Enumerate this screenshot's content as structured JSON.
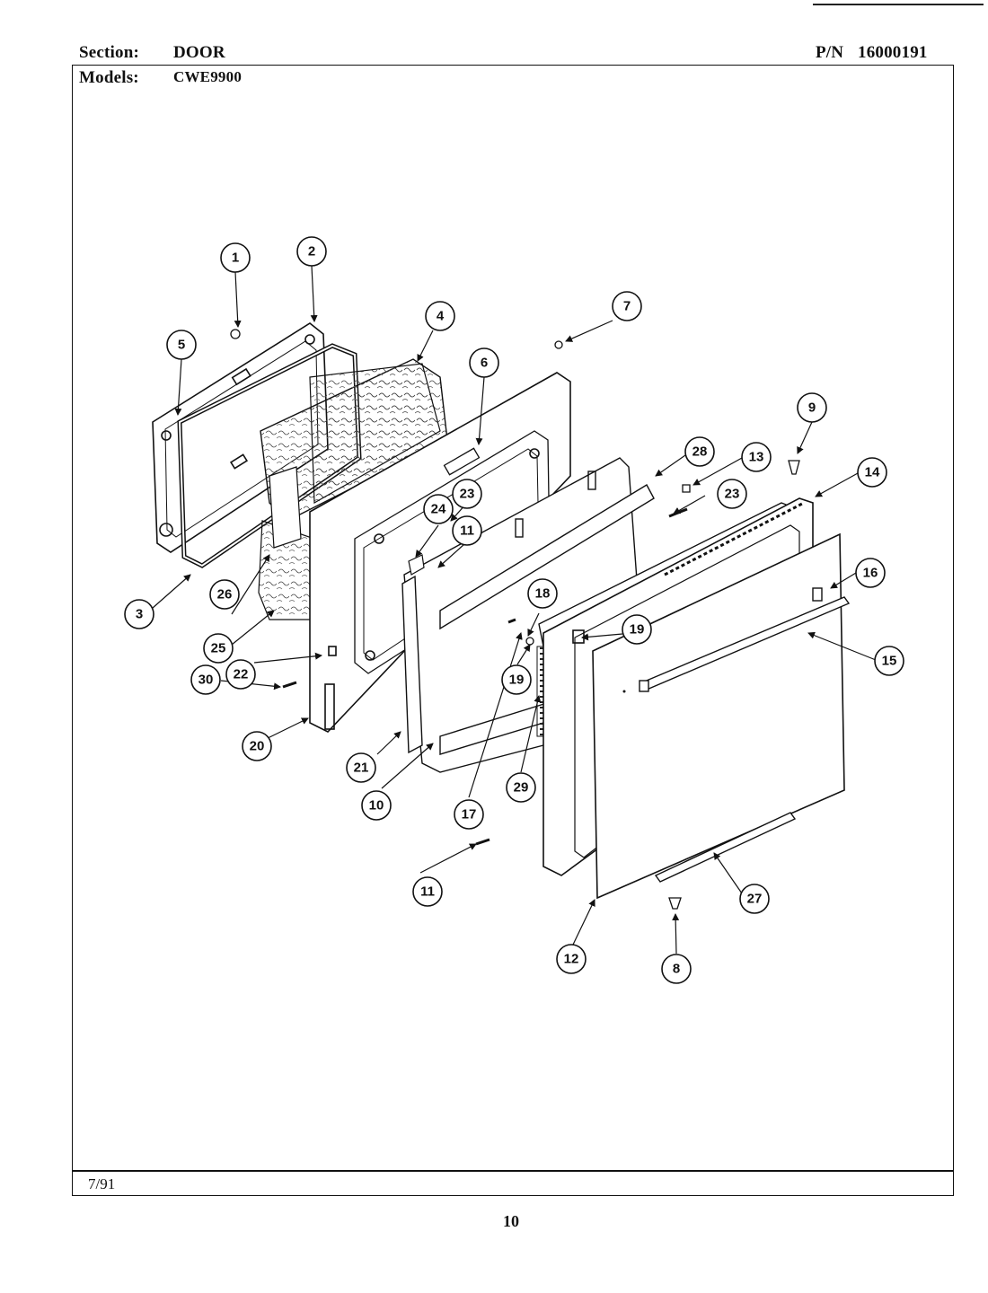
{
  "header": {
    "section_label": "Section:",
    "section_value": "DOOR",
    "pn_label": "P/N",
    "pn_value": "16000191",
    "models_label": "Models:",
    "models_value": "CWE9900"
  },
  "footer": {
    "date": "7/91",
    "page_number": "10"
  },
  "callouts": {
    "c1": "1",
    "c2": "2",
    "c3": "3",
    "c4": "4",
    "c5": "5",
    "c6": "6",
    "c7": "7",
    "c8": "8",
    "c9": "9",
    "c10": "10",
    "c11a": "11",
    "c11b": "11",
    "c12": "12",
    "c13": "13",
    "c14": "14",
    "c15": "15",
    "c16": "16",
    "c17": "17",
    "c18": "18",
    "c19a": "19",
    "c19b": "19",
    "c20": "20",
    "c21": "21",
    "c22": "22",
    "c23a": "23",
    "c23b": "23",
    "c24": "24",
    "c25": "25",
    "c26": "26",
    "c27": "27",
    "c28": "28",
    "c29": "29",
    "c30": "30"
  }
}
